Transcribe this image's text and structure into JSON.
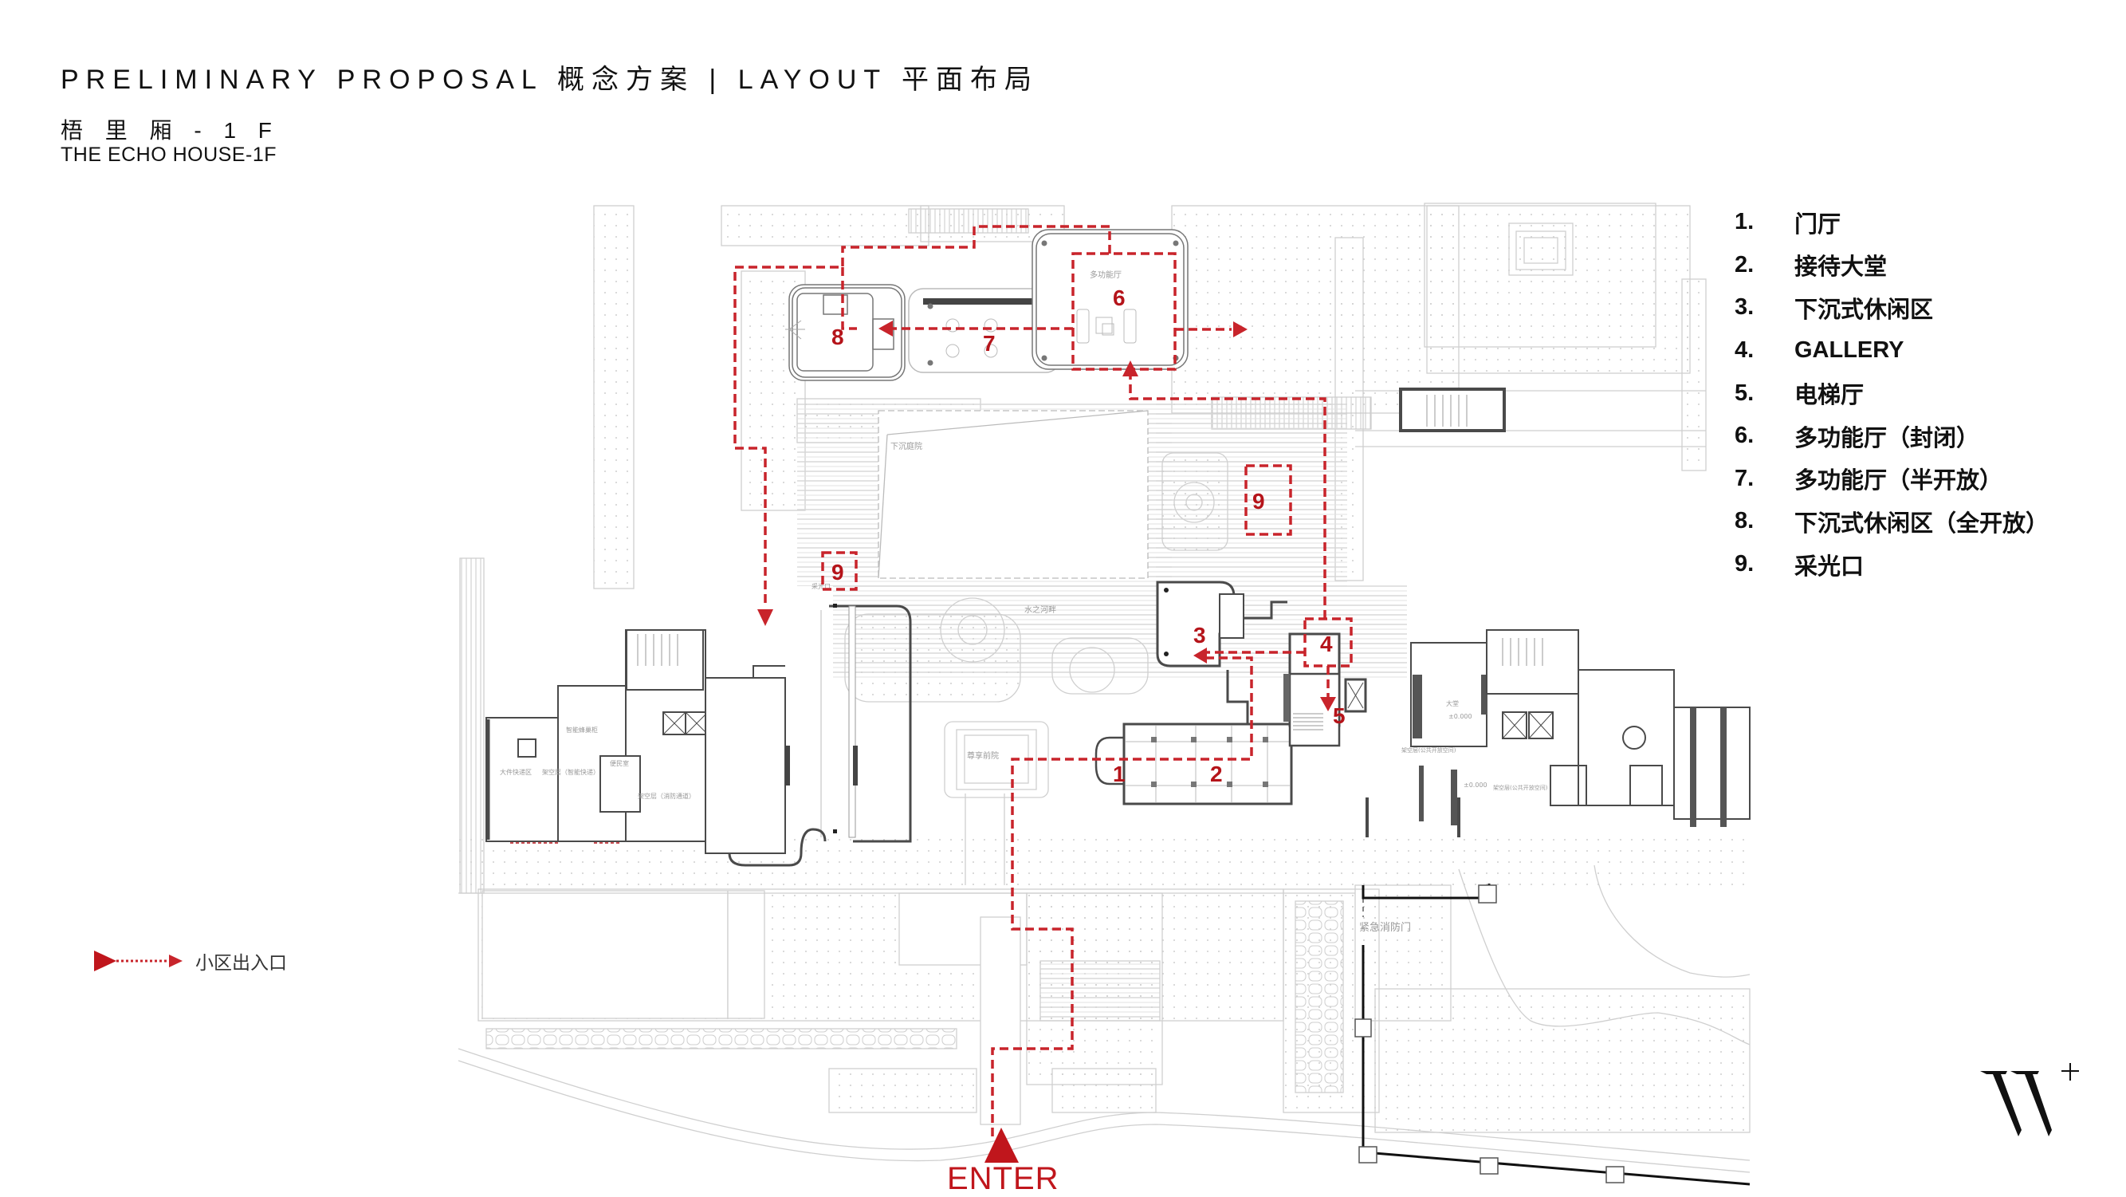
{
  "header": {
    "title": "PRELIMINARY PROPOSAL 概念方案 | LAYOUT 平面布局",
    "subtitle_cn": "梧 里 厢 - 1 F",
    "subtitle_en": "THE ECHO HOUSE-1F"
  },
  "legend": {
    "items": [
      {
        "num": "1.",
        "label": "门厅"
      },
      {
        "num": "2.",
        "label": "接待大堂"
      },
      {
        "num": "3.",
        "label": "下沉式休闲区"
      },
      {
        "num": "4.",
        "label": "GALLERY"
      },
      {
        "num": "5.",
        "label": "电梯厅"
      },
      {
        "num": "6.",
        "label": "多功能厅（封闭）"
      },
      {
        "num": "7.",
        "label": "多功能厅（半开放）"
      },
      {
        "num": "8.",
        "label": "下沉式休闲区（全开放）"
      },
      {
        "num": "9.",
        "label": "采光口"
      }
    ]
  },
  "route_legend": {
    "label": "小区出入口"
  },
  "plan": {
    "markers": [
      "1",
      "2",
      "3",
      "4",
      "5",
      "6",
      "7",
      "8",
      "9",
      "9"
    ],
    "enter_label": "ENTER",
    "room_labels": {
      "multi_hall": "多功能厅",
      "sunken_court": "下沉庭院",
      "water_court": "水之河畔",
      "light_well": "采光口",
      "express_area": "大件快递区",
      "smart_locker": "智能蜂巢柜",
      "pilotis_express": "架空层（智能快递）",
      "service_room": "便民室",
      "pilotis_fire": "架空层（消防通道）",
      "lobby": "大堂",
      "level_a": "±0.000",
      "level_b": "±0.000",
      "pilotis_public_a": "架空层(公共开放空间)",
      "pilotis_public_b": "架空层(公共开放空间)",
      "front_court": "尊享前院",
      "emergency_door": "紧急消防门"
    }
  },
  "logo": {
    "text": "W+"
  },
  "colors": {
    "accent_red": "#b5141a",
    "route_red": "#c8242b",
    "ink": "#111111",
    "line_grey": "#bdbdbd",
    "wall_dark": "#4a4a4a"
  }
}
